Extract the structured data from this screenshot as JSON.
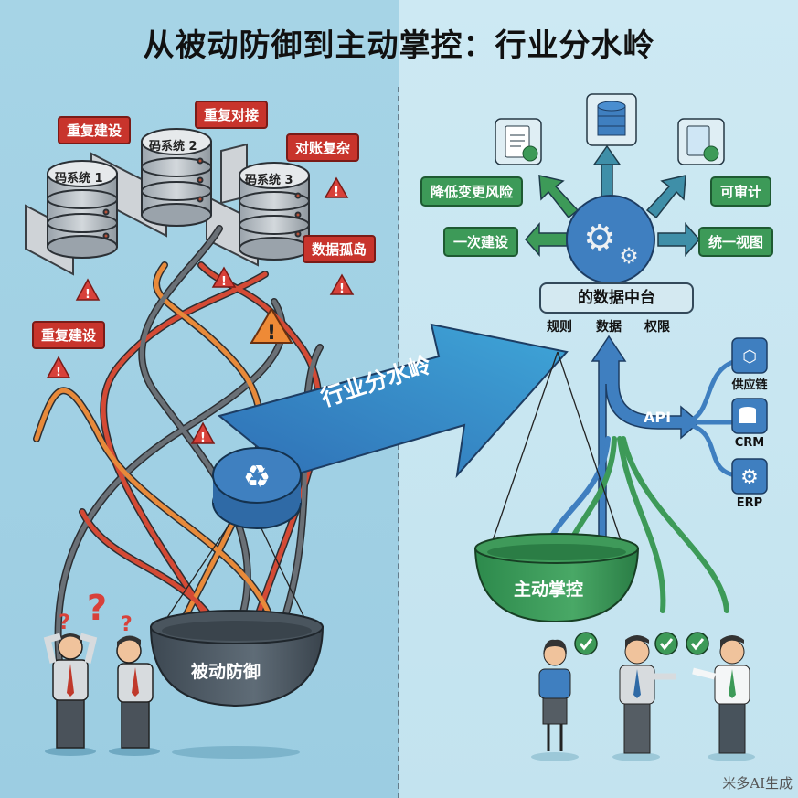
{
  "title": "从被动防御到主动掌控：行业分水岭",
  "left": {
    "systems": [
      "码系统 1",
      "码系统 2",
      "码系统 3"
    ],
    "pain_tags": [
      "重复建设",
      "重复对接",
      "对账复杂",
      "数据孤岛",
      "重复建设"
    ],
    "bowl_label": "被动防御",
    "people_reaction": "?"
  },
  "banner": {
    "label": "行业分水岭"
  },
  "right": {
    "benefit_tags": [
      "降低变更风险",
      "可审计",
      "一次建设",
      "统一视图"
    ],
    "hub": {
      "title": "的数据中台",
      "pillars": [
        "规则",
        "数据",
        "权限"
      ]
    },
    "api_label": "API",
    "integrations": [
      "供应链",
      "CRM",
      "ERP"
    ],
    "bowl_label": "主动掌控"
  },
  "watermark": "米多AI生成",
  "colors": {
    "left_bg": "#a6d4e6",
    "right_bg": "#cde9f3",
    "warning_red": "#c8342c",
    "success_green": "#3d9a58",
    "hub_blue": "#3f7fc0"
  }
}
